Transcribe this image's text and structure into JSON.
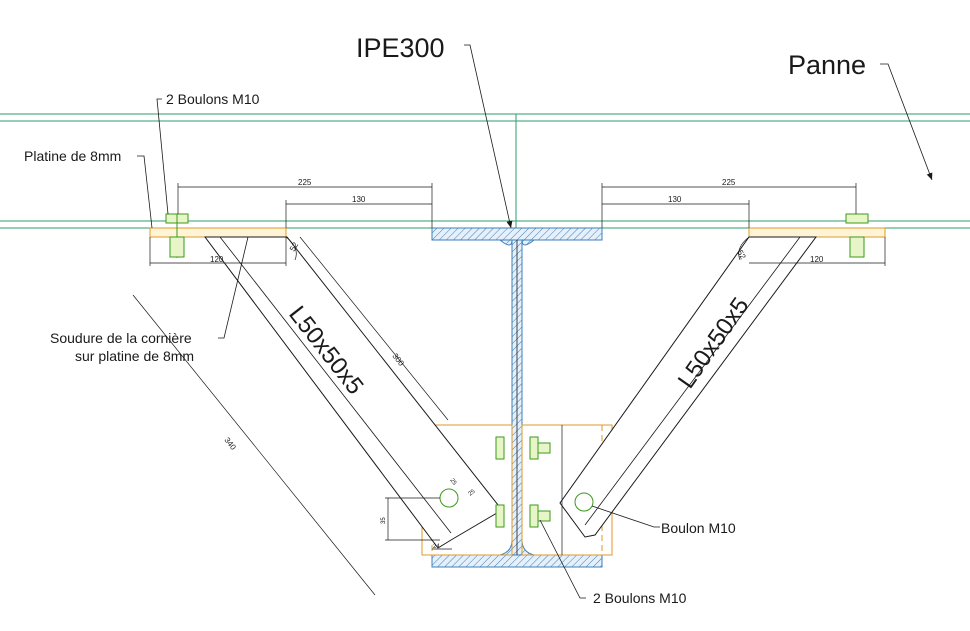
{
  "colors": {
    "purlin": "#2e9e6b",
    "plate": "#e09a2a",
    "bolt": "#3a9a1a",
    "ipe": "#3f7fb8",
    "ink": "#1a1a1a"
  },
  "labels": {
    "ipe300": "IPE300",
    "panne": "Panne",
    "bolts_top": "2 Boulons M10",
    "plate": "Platine de 8mm",
    "weld_line1": "Soudure de la cornière",
    "weld_line2": "sur platine de 8mm",
    "angle_left": "L50x50x5",
    "angle_right": "L50x50x5",
    "bolt_right": "Boulon M10",
    "bolts_bottom": "2 Boulons M10"
  },
  "dimensions": {
    "d225_left": "225",
    "d130_left": "130",
    "d120_left": "120",
    "d52_left": "52",
    "d225_right": "225",
    "d130_right": "130",
    "d120_right": "120",
    "d52_right": "52",
    "d300": "300",
    "d340": "340",
    "d25a": "25",
    "d25b": "25",
    "d35": "35",
    "d24": "24"
  }
}
